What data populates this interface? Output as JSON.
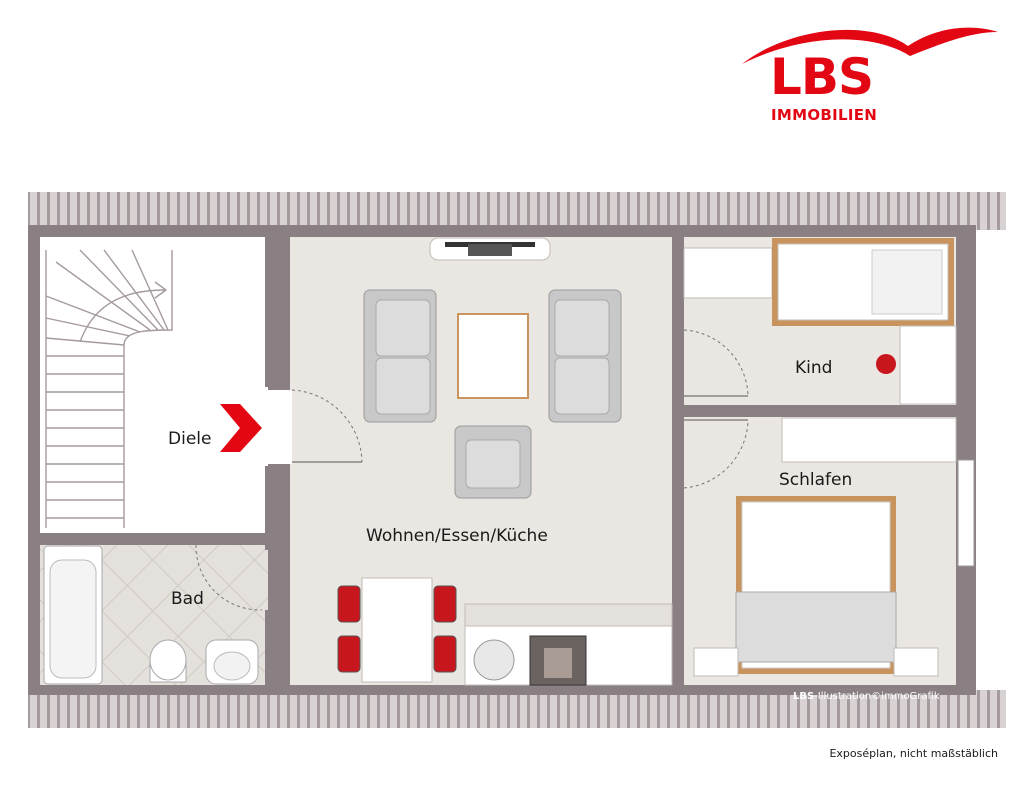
{
  "brand": {
    "logo_main": "LBS",
    "logo_sub": "IMMOBILIEN",
    "color": "#e30613"
  },
  "rooms": {
    "diele": "Diele",
    "wohnen": "Wohnen/Essen/Küche",
    "kind": "Kind",
    "schlafen": "Schlafen",
    "bad": "Bad"
  },
  "credit": {
    "brand": "LBS",
    "text": "-Illustration©immoGrafik"
  },
  "footnote": "Exposéplan, nicht maßstäblich",
  "colors": {
    "wall": "#8a7f82",
    "roof_tile": "#a09598",
    "floor": "#eae6e1",
    "diele_floor": "#ffffff",
    "wood": "#c9935d",
    "chair_red": "#c8161d",
    "arrow_red": "#e30613"
  }
}
